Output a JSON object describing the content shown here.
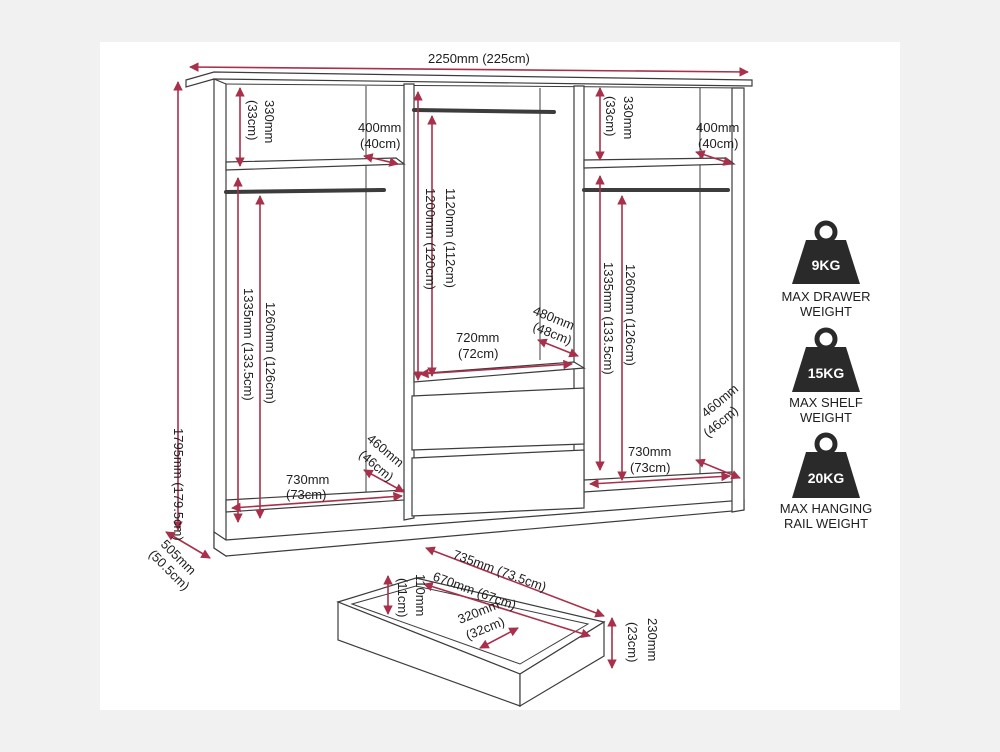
{
  "dimensions": {
    "overall_width": "2250mm (225cm)",
    "overall_height": "1795mm (179.5cm)",
    "overall_depth_mm": "505mm",
    "overall_depth_cm": "(50.5cm)",
    "left_top_height_mm": "330mm",
    "left_top_height_cm": "(33cm)",
    "left_shelf_depth_mm": "400mm",
    "left_shelf_depth_cm": "(40cm)",
    "left_hang_height": "1260mm (126cm)",
    "left_section_height": "1335mm (133.5cm)",
    "left_base_depth_mm": "460mm",
    "left_base_depth_cm": "(46cm)",
    "left_base_width_mm": "730mm",
    "left_base_width_cm": "(73cm)",
    "mid_rail_height": "1120mm (112cm)",
    "mid_section_height": "1200mm (120cm)",
    "mid_width_mm": "720mm",
    "mid_width_cm": "(72cm)",
    "mid_depth_mm": "480mm",
    "mid_depth_cm": "(48cm)",
    "right_top_height_mm": "330mm",
    "right_top_height_cm": "(33cm)",
    "right_shelf_depth_mm": "400mm",
    "right_shelf_depth_cm": "(40cm)",
    "right_section_height": "1335mm (133.5cm)",
    "right_hang_height": "1260mm (126cm)",
    "right_base_depth_mm": "460mm",
    "right_base_depth_cm": "(46cm)",
    "right_base_width_mm": "730mm",
    "right_base_width_cm": "(73cm)"
  },
  "drawer": {
    "outer_length": "735mm (73.5cm)",
    "inner_length": "670mm (67cm)",
    "inner_depth_mm": "320mm",
    "inner_depth_cm": "(32cm)",
    "inner_height_mm": "110mm",
    "inner_height_cm": "(11cm)",
    "front_height_mm": "230mm",
    "front_height_cm": "(23cm)"
  },
  "weights": [
    {
      "value": "9KG",
      "label_line1": "MAX DRAWER",
      "label_line2": "WEIGHT"
    },
    {
      "value": "15KG",
      "label_line1": "MAX SHELF",
      "label_line2": "WEIGHT"
    },
    {
      "value": "20KG",
      "label_line1": "MAX HANGING",
      "label_line2": "RAIL WEIGHT"
    }
  ],
  "colors": {
    "dimension_line": "#a8304b",
    "outline": "#3c3c3c",
    "weight_icon": "#2a2a2a"
  }
}
